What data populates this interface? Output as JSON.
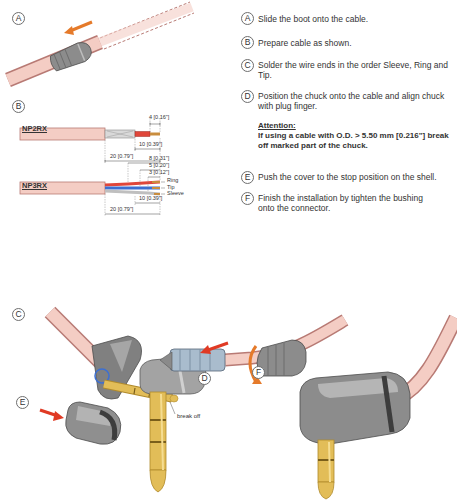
{
  "diagram": {
    "nodes": [
      {
        "text": [
          "A"
        ]
      },
      {
        "text": [
          "A"
        ]
      },
      {
        "text": [
          "B"
        ]
      },
      {
        "text": [
          "C"
        ]
      },
      {
        "text": [
          "D"
        ]
      },
      {
        "text": [
          "E"
        ]
      },
      {
        "text": [
          "F"
        ]
      },
      {
        "text": [
          "B"
        ]
      },
      {
        "text": [
          "C"
        ]
      },
      {
        "text": [
          "F"
        ]
      },
      {
        "text": [
          "D"
        ]
      },
      {
        "text": [
          "E"
        ]
      }
    ],
    "labels": [
      "Slide the boot onto the cable.",
      "Prepare cable as shown.",
      "Solder the wire ends in the order Sleeve, Ring and Tip.",
      "Position the chuck onto the cable and align chuck with plug finger.",
      "Attention:",
      "If using a cable with O.D. > 5.50 mm [0.216\"] break off marked part of the chuck.",
      "Push the cover to the stop position on the shell.",
      "Finish the installation by tighten the bushing onto the connector.",
      "NP2RX",
      "4 [0.16\"]",
      "10 [0.39\"]",
      "20 [0.79\"]",
      "NP3RX",
      "8 [0.31\"]",
      "5 [0.20\"]",
      "3 [0.12\"]",
      "Ring",
      "Tip",
      "Sleeve",
      "10 [0.39\"]",
      "20 [0.79\"]",
      "break off"
    ]
  }
}
